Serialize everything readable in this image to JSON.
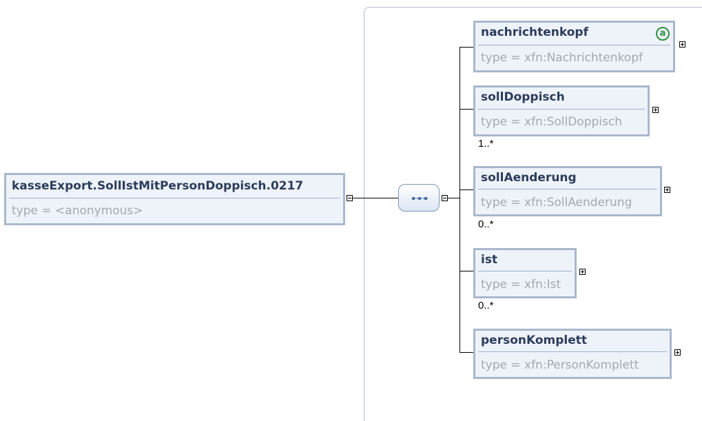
{
  "root": {
    "name": "kasseExport.SollIstMitPersonDoppisch.0217",
    "type": "type = <anonymous>"
  },
  "compositor": {
    "kind": "sequence",
    "icon": "sequence-icon"
  },
  "children": [
    {
      "name": "nachrichtenkopf",
      "type": "type = xfn:Nachrichtenkopf",
      "cardinality": "",
      "badge": "a"
    },
    {
      "name": "sollDoppisch",
      "type": "type = xfn:SollDoppisch",
      "cardinality": "1..*"
    },
    {
      "name": "sollAenderung",
      "type": "type = xfn:SollAenderung",
      "cardinality": "0..*"
    },
    {
      "name": "ist",
      "type": "type = xfn:Ist",
      "cardinality": "0..*"
    },
    {
      "name": "personKomplett",
      "type": "type = xfn:PersonKomplett",
      "cardinality": ""
    }
  ],
  "colors": {
    "node_border": "#a9b7cd",
    "node_fill": "#eef3fa",
    "name_text": "#2d3c5c",
    "type_text": "#a3a8b1",
    "attribute_badge": "#2f8f3f"
  }
}
